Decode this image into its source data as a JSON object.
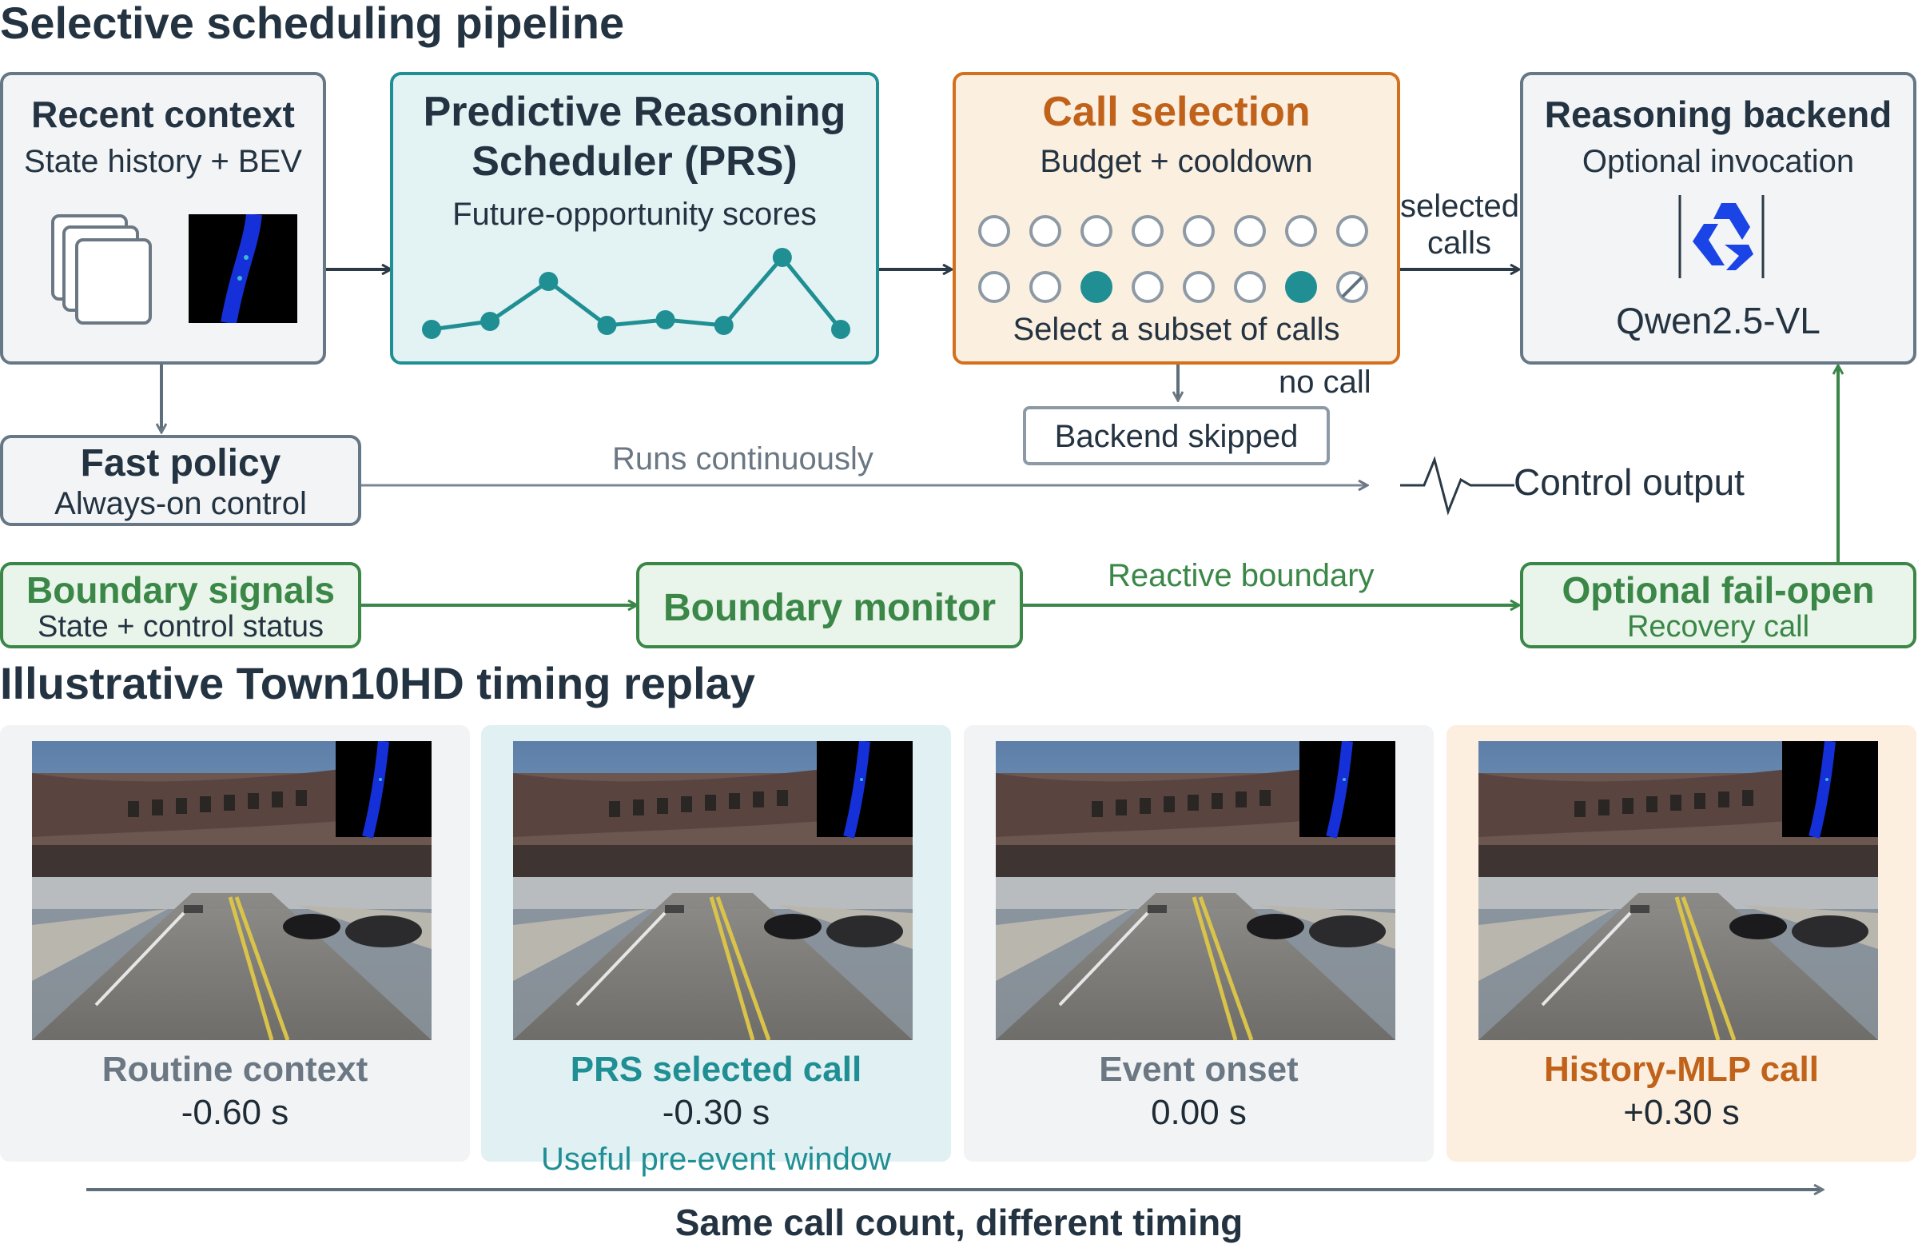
{
  "pipeline": {
    "title": "Selective scheduling pipeline",
    "recent_context": {
      "title": "Recent context",
      "subtitle": "State history + BEV"
    },
    "prs": {
      "title_line1": "Predictive Reasoning",
      "title_line2": "Scheduler (PRS)",
      "subtitle": "Future-opportunity scores"
    },
    "call_selection": {
      "title": "Call selection",
      "subtitle": "Budget + cooldown",
      "caption": "Select a subset of calls"
    },
    "backend": {
      "title": "Reasoning backend",
      "subtitle": "Optional invocation",
      "model": "Qwen2.5-VL"
    },
    "selected_calls_label_line1": "selected",
    "selected_calls_label_line2": "calls",
    "no_call_label": "no call",
    "backend_skipped": "Backend skipped",
    "fast_policy": {
      "title": "Fast policy",
      "subtitle": "Always-on control"
    },
    "runs_continuously": "Runs continuously",
    "control_output": "Control output",
    "boundary_signals": {
      "title": "Boundary signals",
      "subtitle": "State + control status"
    },
    "boundary_monitor": "Boundary monitor",
    "reactive_boundary": "Reactive boundary",
    "fail_open": {
      "title": "Optional fail-open",
      "subtitle": "Recovery call"
    }
  },
  "replay": {
    "title": "Illustrative Town10HD timing replay",
    "panels": [
      {
        "label": "Routine context",
        "time": "-0.60 s",
        "color": "#6b7884"
      },
      {
        "label": "PRS selected call",
        "time": "-0.30 s",
        "color": "#1f8f93"
      },
      {
        "label": "Event onset",
        "time": "0.00 s",
        "color": "#6b7884"
      },
      {
        "label": "History-MLP call",
        "time": "+0.30 s",
        "color": "#c0621a"
      }
    ],
    "window_note": "Useful pre-event window",
    "axis_caption": "Same call count, different timing"
  },
  "score_series": [
    0.1,
    0.2,
    0.7,
    0.15,
    0.22,
    0.15,
    1.0,
    0.1
  ],
  "call_grid": {
    "rows": [
      [
        "empty",
        "empty",
        "empty",
        "empty",
        "empty",
        "empty",
        "empty",
        "empty"
      ],
      [
        "empty",
        "empty",
        "selected",
        "empty",
        "empty",
        "empty",
        "selected",
        "blocked"
      ]
    ]
  },
  "colors": {
    "gray": "#667785",
    "teal": "#1f8f93",
    "orange": "#d4701c",
    "green": "#3a8747",
    "dark": "#243341"
  }
}
